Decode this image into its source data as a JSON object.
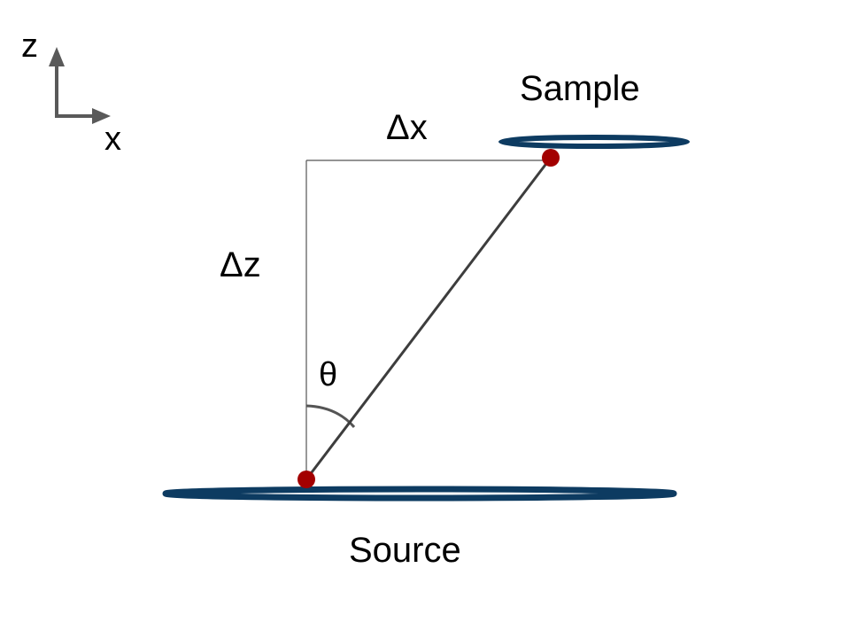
{
  "axes": {
    "vertical_label": "z",
    "horizontal_label": "x",
    "arrow_color": "#595959"
  },
  "labels": {
    "sample": "Sample",
    "source": "Source",
    "delta_x": "Δx",
    "delta_z": "Δz",
    "theta": "θ"
  },
  "colors": {
    "ring": "#0d3b61",
    "point": "#a30000",
    "beam": "#3d3d3d",
    "guide": "#555555",
    "angle_arc": "#555555"
  }
}
